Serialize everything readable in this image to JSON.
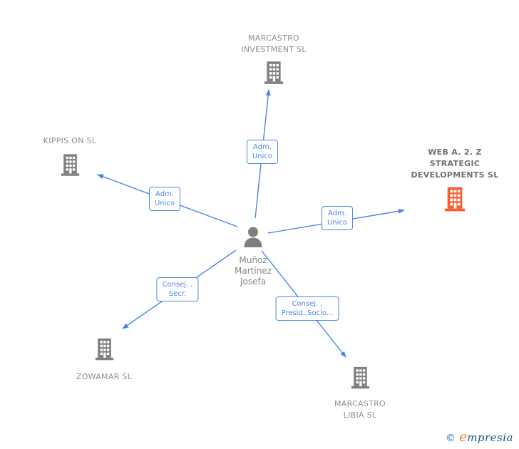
{
  "person": {
    "name": "Muñoz\nMartinez\nJosefa",
    "icon": "person-icon"
  },
  "companies": {
    "marcastro_investment": {
      "label": "MARCASTRO\nINVESTMENT SL",
      "icon": "building-icon",
      "icon_color": "#7f7f7f"
    },
    "kippis": {
      "label": "KIPPIS ON SL",
      "icon": "building-icon",
      "icon_color": "#7f7f7f"
    },
    "web_a2z": {
      "label": "WEB A.  2. Z\nSTRATEGIC\nDEVELOPMENTS SL",
      "icon": "building-icon",
      "icon_color": "#fb5d2e"
    },
    "zowamar": {
      "label": "ZOWAMAR SL",
      "icon": "building-icon",
      "icon_color": "#7f7f7f"
    },
    "marcastro_libia": {
      "label": "MARCASTRO\nLIBIA SL",
      "icon": "building-icon",
      "icon_color": "#7f7f7f"
    }
  },
  "edges": {
    "investment": {
      "label": "Adm.\nUnico"
    },
    "kippis": {
      "label": "Adm.\nUnico"
    },
    "web": {
      "label": "Adm.\nUnico"
    },
    "zowamar": {
      "label": "Consej. ,\nSecr."
    },
    "libia": {
      "label": "Consej. ,\nPresid.,Socio..."
    }
  },
  "watermark": {
    "copyright": "©",
    "brand_initial": "e",
    "brand_rest": "mpresia"
  },
  "colors": {
    "edge": "#4a86e8",
    "company_icon": "#7f7f7f",
    "highlight_icon": "#fb5d2e",
    "company_text": "#8f8f8f",
    "highlight_text": "#6e7173",
    "person_icon": "#7f7f7f"
  }
}
